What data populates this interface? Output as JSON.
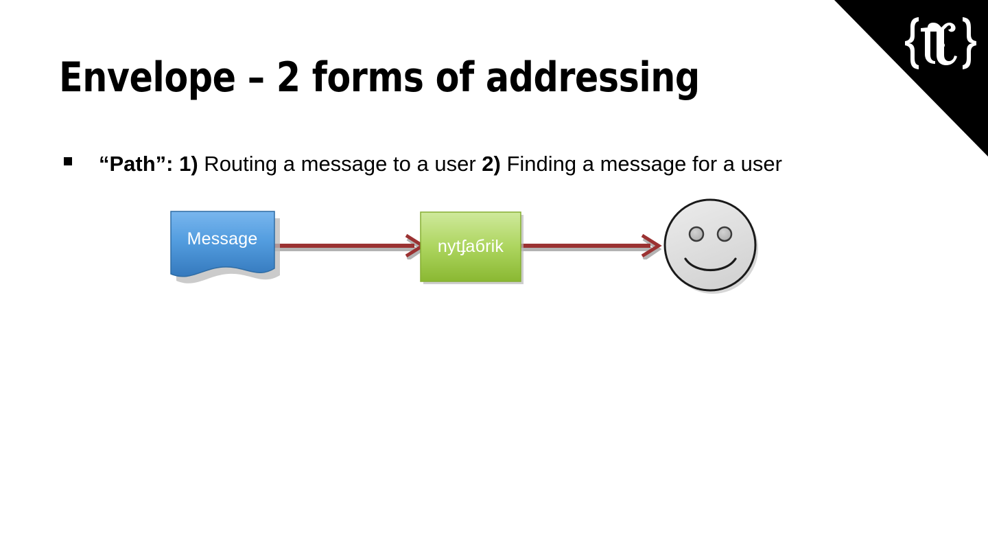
{
  "slide": {
    "title": "Envelope – 2 forms of addressing",
    "background_color": "#ffffff"
  },
  "logo": {
    "name": "nyt-open-logo",
    "mark_text": "{T}",
    "triangle_color": "#000000",
    "mark_color": "#ffffff"
  },
  "body": {
    "bullets": [
      {
        "marker": "square",
        "segments": [
          {
            "text": "“Path”: 1)",
            "bold": true
          },
          {
            "text": " Routing a message to a user ",
            "bold": false
          },
          {
            "text": "2)",
            "bold": true
          },
          {
            "text": " Finding a message for a user",
            "bold": false
          }
        ],
        "plain_text": "“Path”: 1) Routing a message to a user 2) Finding a message for a user"
      }
    ]
  },
  "diagram": {
    "nodes": [
      {
        "id": "message",
        "label": "Message",
        "shape": "flowchart-document",
        "fill_top": "#73b3ec",
        "fill_bottom": "#3a7fc4",
        "stroke": "#2e6ca4",
        "text_color": "#ffffff"
      },
      {
        "id": "nytfabrik",
        "label": "nytʄaбrik",
        "shape": "rectangle",
        "fill_top": "#cbe68f",
        "fill_bottom": "#8fbb36",
        "stroke": "#7fa72f",
        "text_color": "#ffffff"
      },
      {
        "id": "user",
        "label": "",
        "shape": "smiley-face",
        "fill": "#dedede",
        "stroke": "#1a1a1a",
        "eye_fill": "#bdbdbd"
      }
    ],
    "connectors": [
      {
        "id": "arrow-message-to-nytfabrik",
        "from": "message",
        "to": "nytfabrik",
        "color": "#9b3232",
        "style": "arrow"
      },
      {
        "id": "arrow-nytfabrik-to-user",
        "from": "nytfabrik",
        "to": "user",
        "color": "#9b3232",
        "style": "arrow"
      }
    ]
  }
}
